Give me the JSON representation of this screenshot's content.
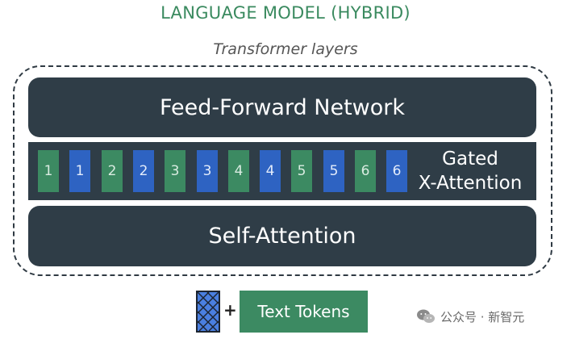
{
  "title": "LANGUAGE MODEL (HYBRID)",
  "subtitle": "Transformer layers",
  "layers": {
    "ffn_label": "Feed-Forward Network",
    "gated": {
      "label_line1": "Gated",
      "label_line2": "X-Attention",
      "blocks": [
        {
          "label": "1",
          "color": "green"
        },
        {
          "label": "1",
          "color": "blue"
        },
        {
          "label": "2",
          "color": "green"
        },
        {
          "label": "2",
          "color": "blue"
        },
        {
          "label": "3",
          "color": "green"
        },
        {
          "label": "3",
          "color": "blue"
        },
        {
          "label": "4",
          "color": "green"
        },
        {
          "label": "4",
          "color": "blue"
        },
        {
          "label": "5",
          "color": "green"
        },
        {
          "label": "5",
          "color": "blue"
        },
        {
          "label": "6",
          "color": "green"
        },
        {
          "label": "6",
          "color": "blue"
        }
      ]
    },
    "self_attention_label": "Self-Attention"
  },
  "inputs": {
    "image_token_icon": "image-token-icon",
    "plus": "+",
    "text_tokens_label": "Text Tokens"
  },
  "watermark": {
    "icon": "wechat-icon",
    "text": "公众号 · 新智元"
  },
  "colors": {
    "title_green": "#3a8a5f",
    "panel_dark": "#2f3d47",
    "block_green": "#3c8a62",
    "block_blue": "#2e63c2"
  }
}
